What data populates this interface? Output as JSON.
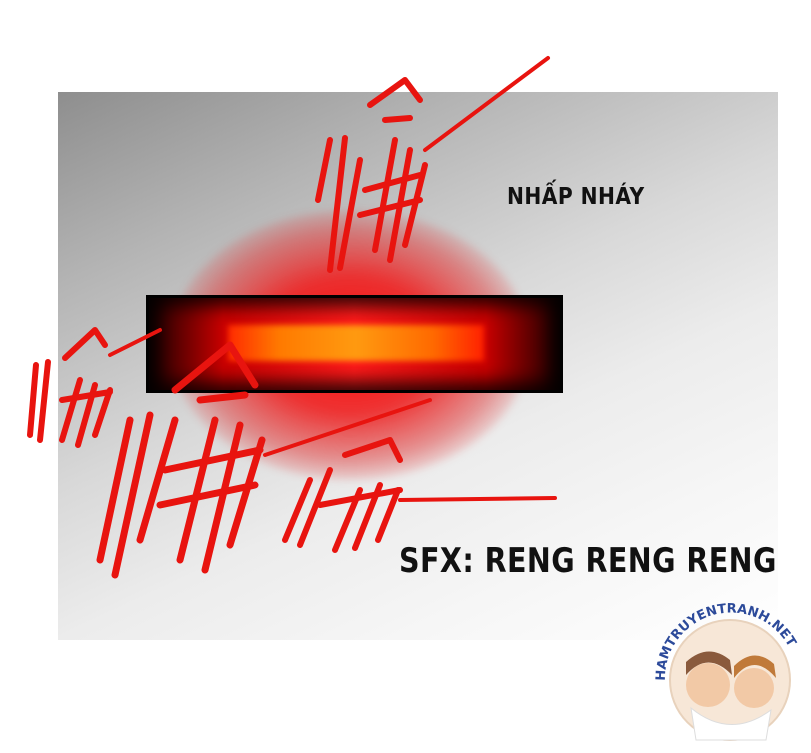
{
  "captions": {
    "blink": "NHẤP NHÁY",
    "sfx": "SFX: RENG RENG RENG"
  },
  "watermark": {
    "text": "HAMTRUYENTRANH.NET"
  },
  "colors": {
    "sfx_red": "#e8140f",
    "lamp_glow": "#ff1a1a",
    "lamp_core": "#ff8a00",
    "caption_text": "#111111"
  }
}
